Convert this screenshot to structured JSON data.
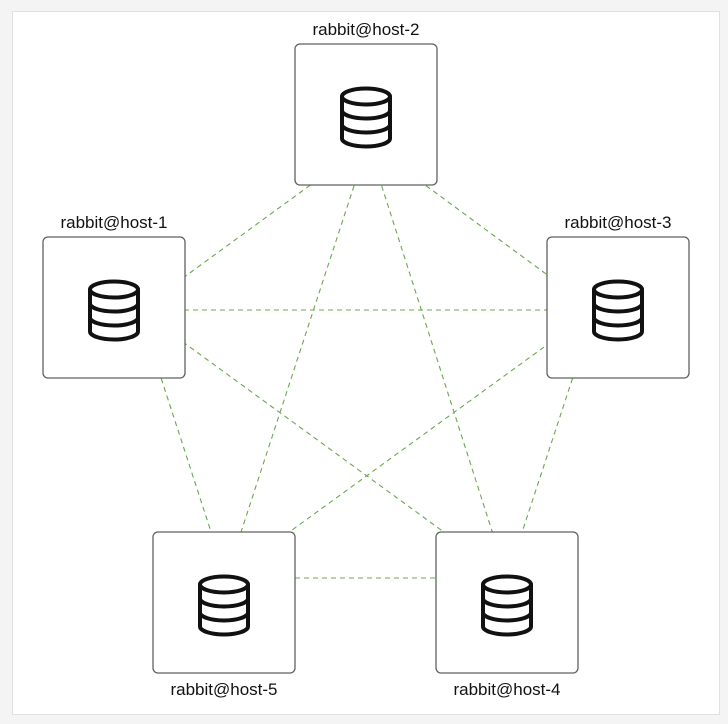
{
  "diagram": {
    "nodes": [
      {
        "id": "host-1",
        "label": "rabbit@host-1",
        "icon": "database-icon"
      },
      {
        "id": "host-2",
        "label": "rabbit@host-2",
        "icon": "database-icon"
      },
      {
        "id": "host-3",
        "label": "rabbit@host-3",
        "icon": "database-icon"
      },
      {
        "id": "host-4",
        "label": "rabbit@host-4",
        "icon": "database-icon"
      },
      {
        "id": "host-5",
        "label": "rabbit@host-5",
        "icon": "database-icon"
      }
    ],
    "edges": [
      [
        "host-1",
        "host-2"
      ],
      [
        "host-1",
        "host-3"
      ],
      [
        "host-1",
        "host-4"
      ],
      [
        "host-1",
        "host-5"
      ],
      [
        "host-2",
        "host-3"
      ],
      [
        "host-2",
        "host-4"
      ],
      [
        "host-2",
        "host-5"
      ],
      [
        "host-3",
        "host-4"
      ],
      [
        "host-3",
        "host-5"
      ],
      [
        "host-4",
        "host-5"
      ]
    ],
    "edge_style": "dashed bidirectional arrows",
    "colors": {
      "edge": "#6aa84f",
      "node_border": "#606060",
      "icon": "#111111"
    }
  }
}
